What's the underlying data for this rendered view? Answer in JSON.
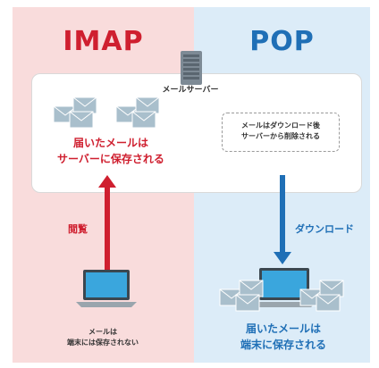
{
  "headers": {
    "imap": "IMAP",
    "pop": "POP"
  },
  "server": {
    "label": "メールサーバー",
    "icon": "server-icon"
  },
  "imap": {
    "server_text_line1": "届いたメールは",
    "server_text_line2": "サーバーに保存される",
    "arrow_label": "閲覧",
    "device_caption_line1": "メールは",
    "device_caption_line2": "端末には保存されない"
  },
  "pop": {
    "note_line1": "メールはダウンロード後",
    "note_line2": "サーバーから削除される",
    "arrow_label": "ダウンロード",
    "device_text_line1": "届いたメールは",
    "device_text_line2": "端末に保存される"
  },
  "colors": {
    "imap_bg": "#f9dcdc",
    "pop_bg": "#dcecf8",
    "imap_accent": "#cf1f2f",
    "pop_accent": "#1f6fb6",
    "envelope": "#a9bfcc"
  }
}
